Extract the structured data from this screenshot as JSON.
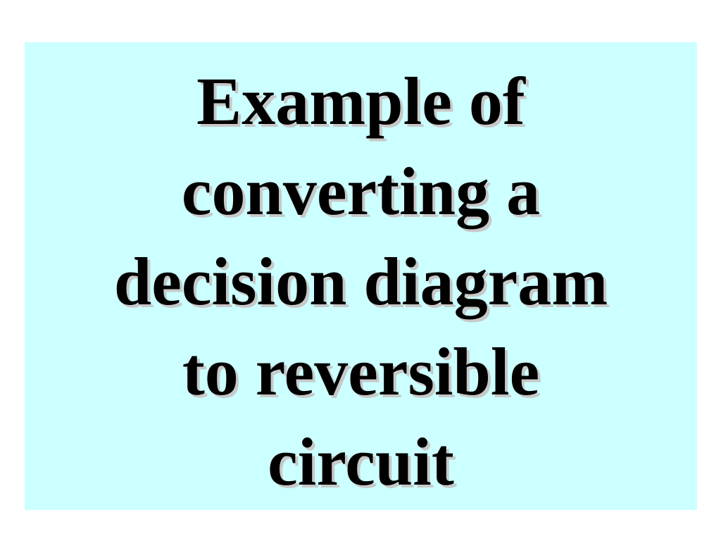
{
  "slide": {
    "background_color": "#ffffff",
    "box_color": "#ccffff",
    "title_lines": [
      "Example of",
      "converting a",
      "decision diagram",
      "to reversible",
      "circuit"
    ]
  }
}
